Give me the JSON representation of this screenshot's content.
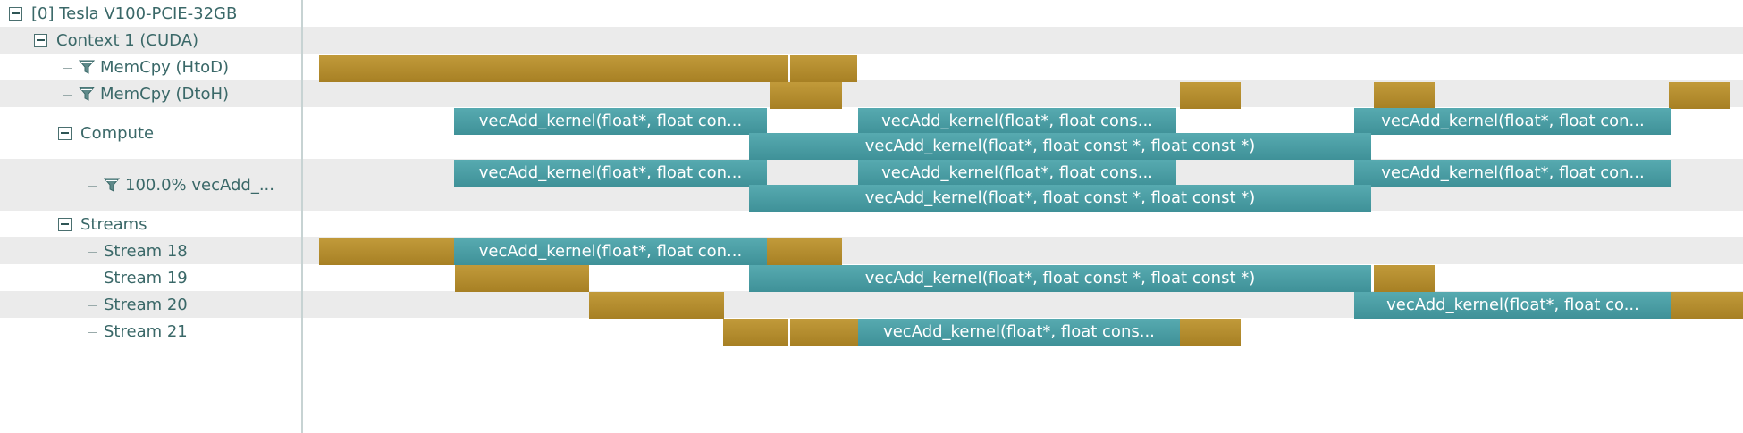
{
  "tree": {
    "device": "[0] Tesla V100-PCIE-32GB",
    "context": "Context 1 (CUDA)",
    "memcpy_htod": "MemCpy (HtoD)",
    "memcpy_dtoh": "MemCpy (DtoH)",
    "compute": "Compute",
    "kernel_filter": "100.0% vecAdd_...",
    "streams": "Streams",
    "stream_18": "Stream 18",
    "stream_19": "Stream 19",
    "stream_20": "Stream 20",
    "stream_21": "Stream 21"
  },
  "kernel_labels": {
    "full": "vecAdd_kernel(float*, float const *, float const *)",
    "short_a": "vecAdd_kernel(float*, float con...",
    "short_b": "vecAdd_kernel(float*, float cons...",
    "short_c": "vecAdd_kernel(float*, float co..."
  },
  "colors": {
    "memcpy": "#b08a2e",
    "kernel": "#4a9ea4",
    "tree_text": "#3a6868",
    "row_shade": "#ebebeb"
  },
  "icons": {
    "collapse": "minus-box-icon",
    "filter": "funnel-icon"
  }
}
